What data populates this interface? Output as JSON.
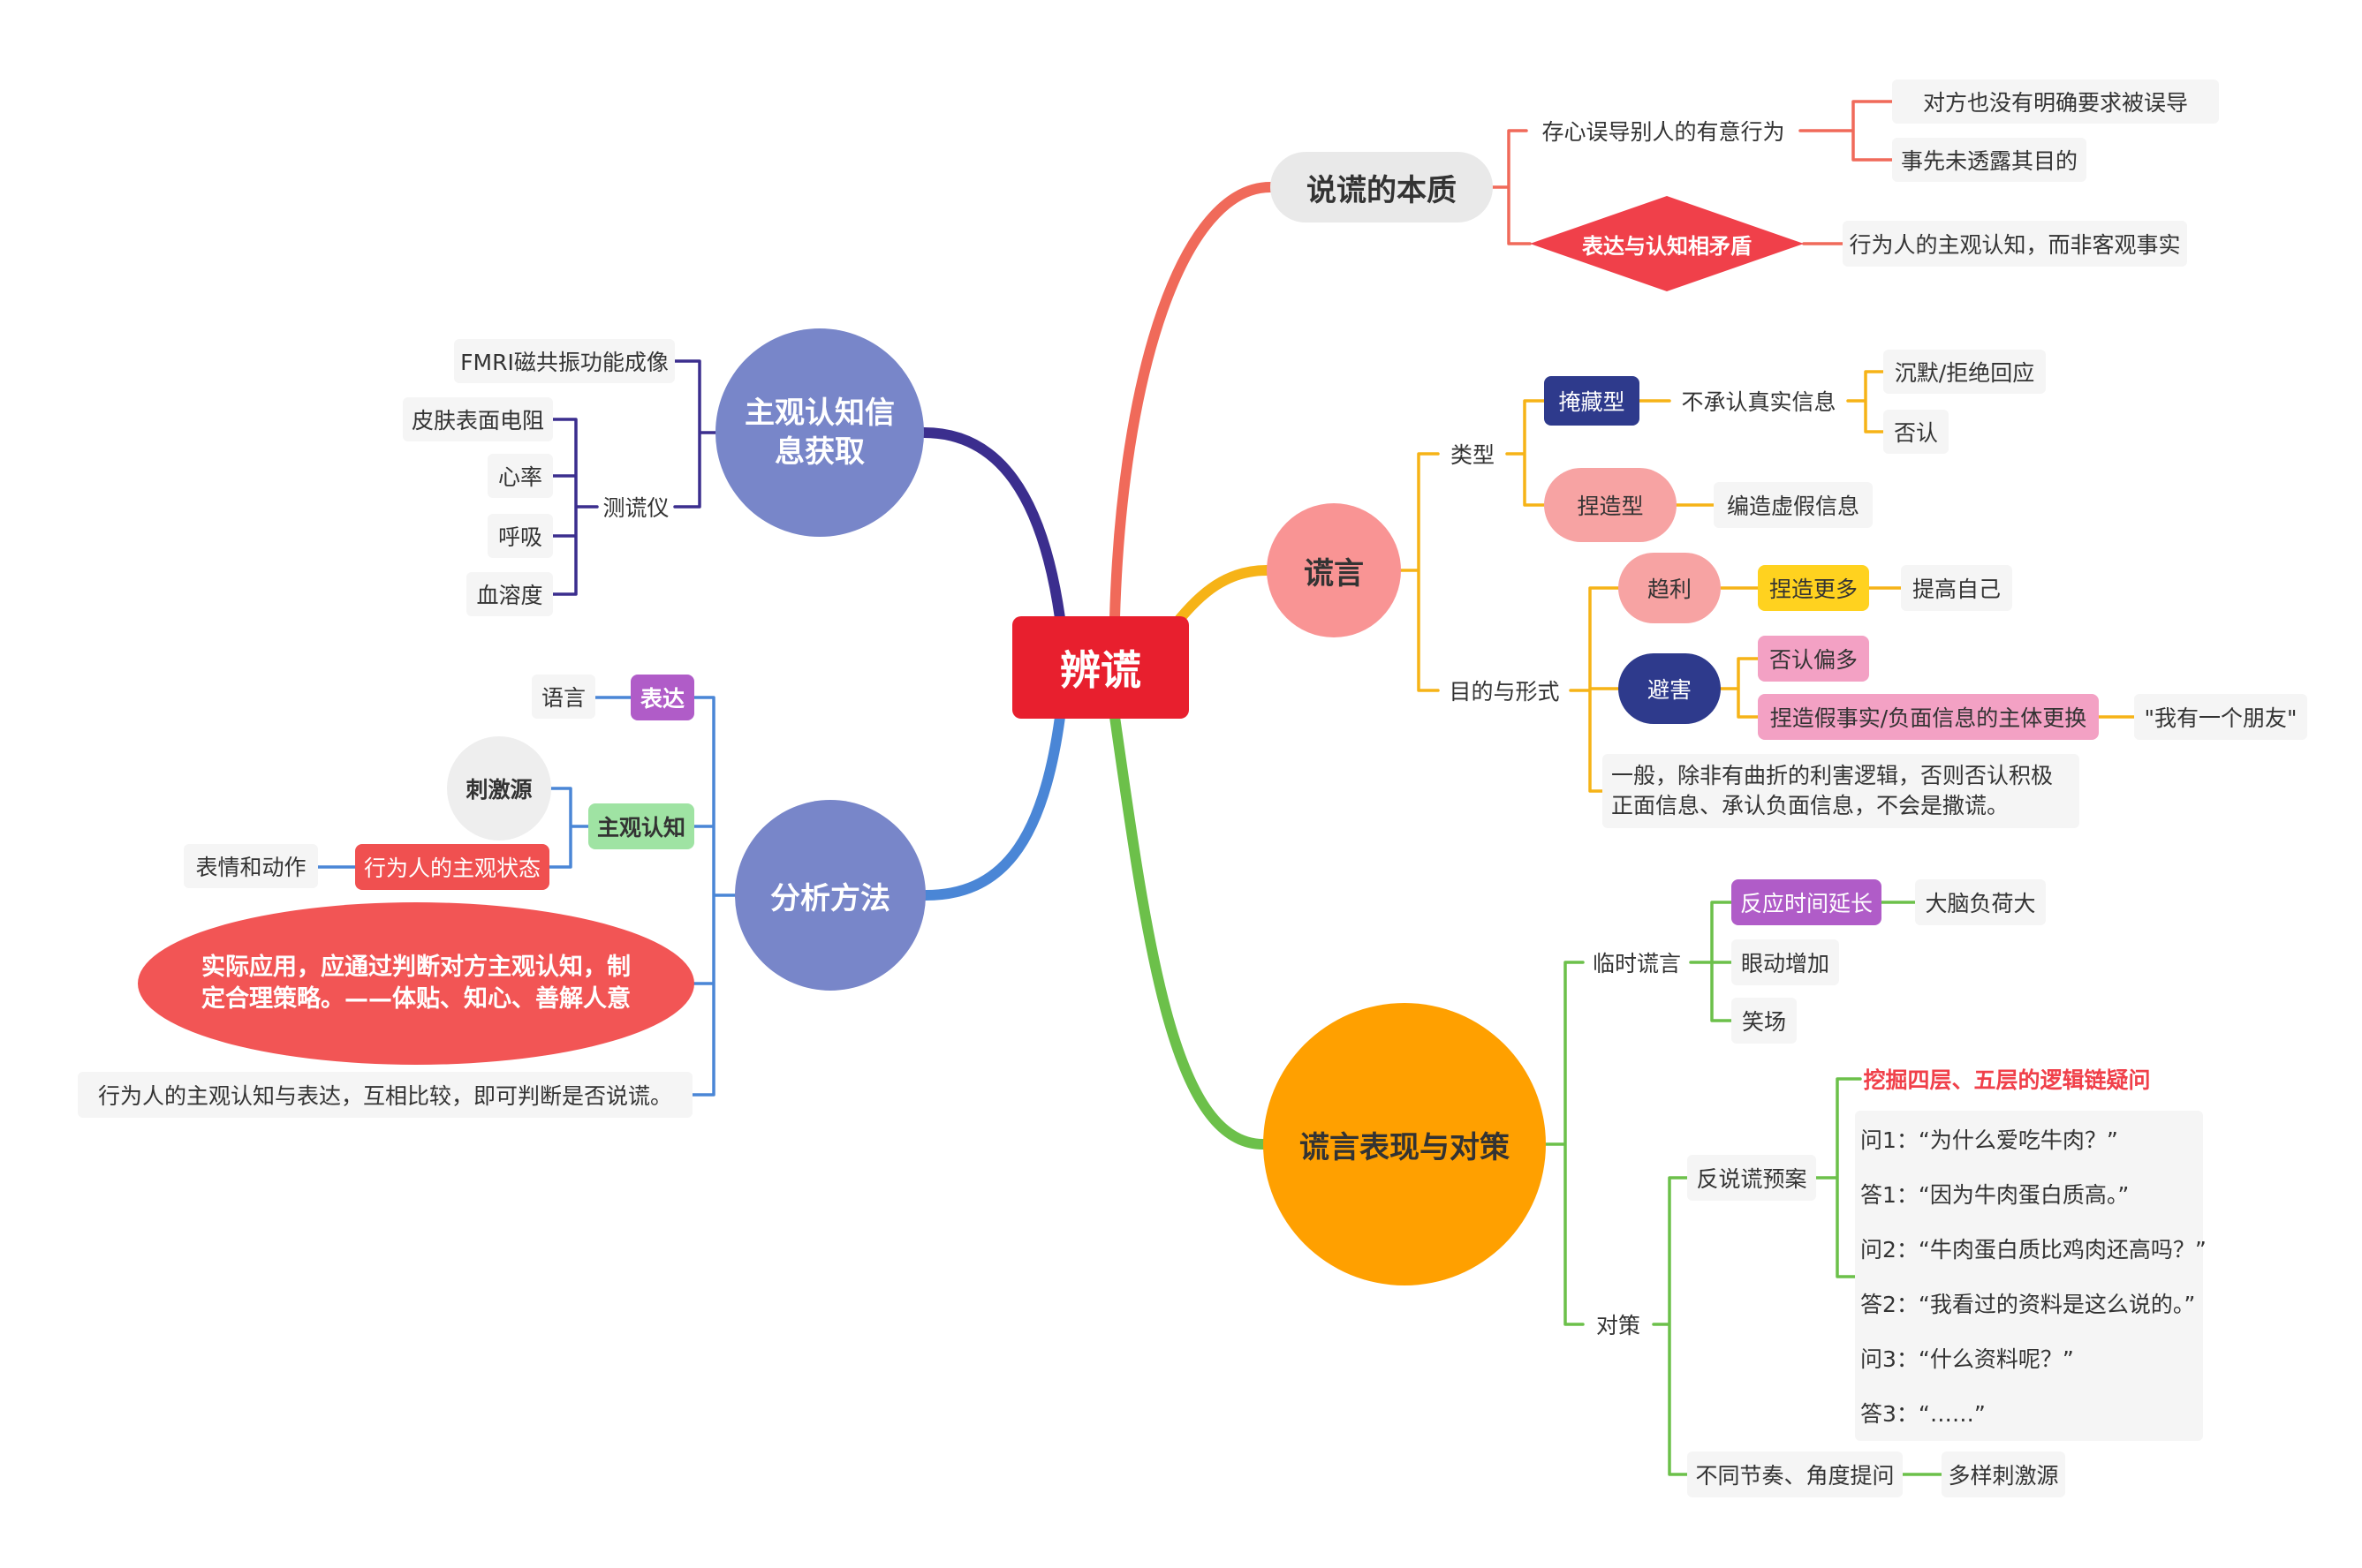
{
  "center": "辨谎",
  "essence": {
    "title": "说谎的本质",
    "intent": "存心误导别人的有意行为",
    "intent_items": [
      "对方也没有明确要求被误导",
      "事先未透露其目的"
    ],
    "contradiction": "表达与认知相矛盾",
    "contradiction_item": "行为人的主观认知，而非客观事实"
  },
  "lie": {
    "title": "谎言",
    "types_label": "类型",
    "hide": "掩藏型",
    "hide_desc": "不承认真实信息",
    "hide_items": [
      "沉默/拒绝回应",
      "否认"
    ],
    "fabricate": "捏造型",
    "fabricate_desc": "编造虚假信息",
    "purpose_label": "目的与形式",
    "gain": "趋利",
    "gain_desc": "捏造更多",
    "gain_item": "提高自己",
    "avoid": "避害",
    "avoid_items": [
      "否认偏多",
      "捏造假事实/负面信息的主体更换"
    ],
    "avoid_example": "\"我有一个朋友\"",
    "note": "一般，除非有曲折的利害逻辑，否则否认积极正面信息、承认负面信息，不会是撒谎。"
  },
  "behavior": {
    "title": "谎言表现与对策",
    "temp_label": "临时谎言",
    "temp_items": [
      "反应时间延长",
      "眼动增加",
      "笑场"
    ],
    "temp_sub": "大脑负荷大",
    "counter_label": "对策",
    "plan_label": "反说谎预案",
    "plan_title": "挖掘四层、五层的逻辑链疑问",
    "dialog": [
      "问1：“为什么爱吃牛肉？”",
      "答1：“因为牛肉蛋白质高。”",
      "问2：“牛肉蛋白质比鸡肉还高吗？”",
      "答2：“我看过的资料是这么说的。”",
      "问3：“什么资料呢？”",
      "答3：“……”"
    ],
    "rhythm": "不同节奏、角度提问",
    "rhythm_item": "多样刺激源"
  },
  "subjective": {
    "title": "主观认知信息获取",
    "fmri": "FMRI磁共振功能成像",
    "polygraph": "测谎仪",
    "polygraph_items": [
      "皮肤表面电阻",
      "心率",
      "呼吸",
      "血溶度"
    ]
  },
  "method": {
    "title": "分析方法",
    "expression": "表达",
    "expression_item": "语言",
    "cognition": "主观认知",
    "stimulus": "刺激源",
    "state": "行为人的主观状态",
    "state_item": "表情和动作",
    "practice": "实际应用，应通过判断对方主观认知，制定合理策略。——体贴、知心、善解人意",
    "conclusion": "行为人的主观认知与表达，互相比较，即可判断是否说谎。"
  },
  "colors": {
    "essence": "#F06A5A",
    "lie": "#F6B317",
    "behavior": "#6CC04A",
    "subjective": "#3B2E8E",
    "method": "#4A86D6",
    "center": "#E81F2E"
  }
}
